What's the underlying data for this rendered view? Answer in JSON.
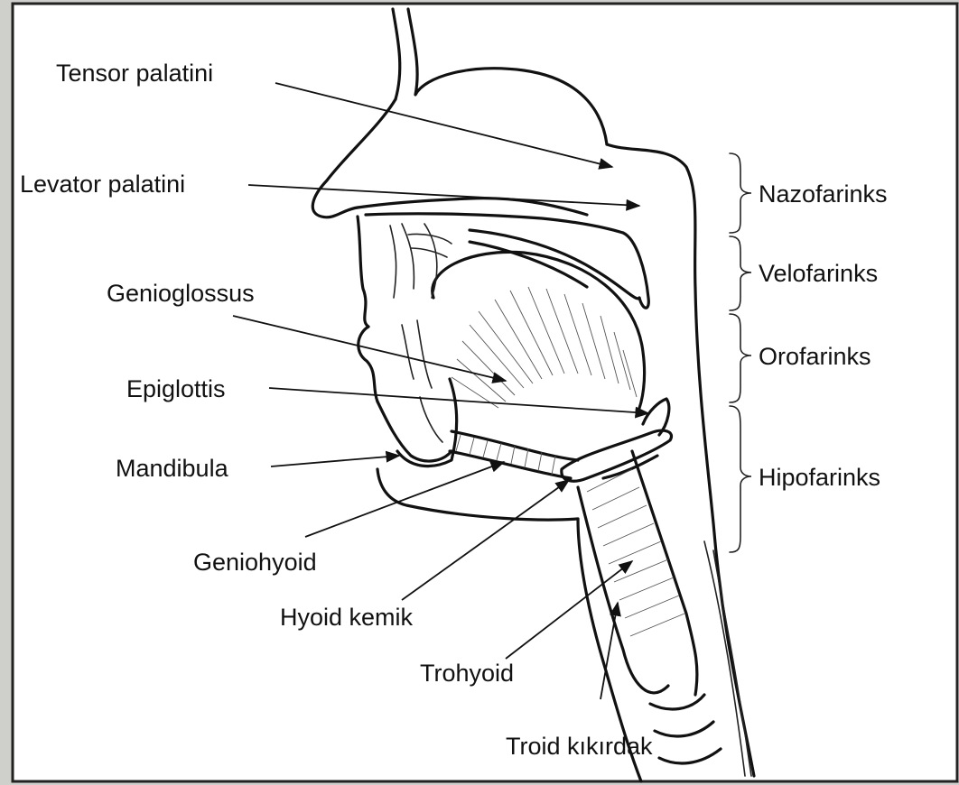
{
  "labels": {
    "tensor_palatini": "Tensor palatini",
    "levator_palatini": "Levator palatini",
    "genioglossus": "Genioglossus",
    "epiglottis": "Epiglottis",
    "mandibula": "Mandibula",
    "geniohyoid": "Geniohyoid",
    "hyoid_kemik": "Hyoid kemik",
    "trohyoid": "Trohyoid",
    "troid_kikirdak": "Troid kıkırdak"
  },
  "regions": {
    "nazofarinks": "Nazofarinks",
    "velofarinks": "Velofarinks",
    "orofarinks": "Orofarinks",
    "hipofarinks": "Hipofarinks"
  }
}
